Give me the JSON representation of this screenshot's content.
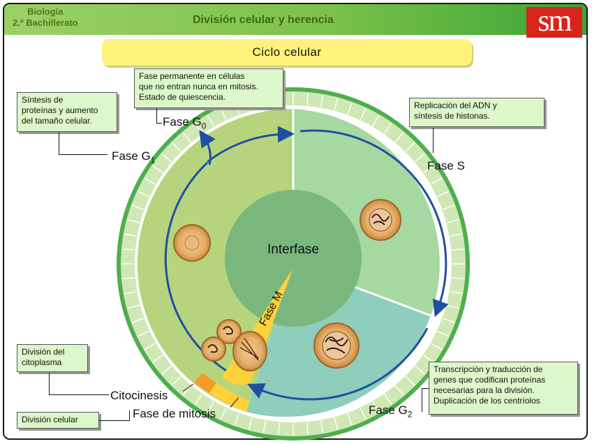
{
  "header": {
    "subject_line1": "Biología",
    "subject_line2": "2.º Bachillerato",
    "unit_title": "División celular y herencia",
    "logo": "sm"
  },
  "ribbon_title": "Ciclo celular",
  "notes": {
    "g0": [
      "Fase permanente en células",
      "que no entran nunca en mitosis.",
      "Estado de quiescencia."
    ],
    "g1": [
      "Síntesis de",
      "proteínas y aumento",
      "del tamaño celular."
    ],
    "s": [
      "Replicación del ADN y",
      "síntesis de histonas."
    ],
    "g2": [
      "Transcripción y traducción de",
      "genes que codifican proteínas",
      "necesarias para la división.",
      "Duplicación de los centríolos"
    ],
    "citocinesis": [
      "División del",
      "citoplasma"
    ],
    "mitosis": [
      "División celular"
    ]
  },
  "labels": {
    "g0_main": "Fase G",
    "g0_sub": "0",
    "g1_main": "Fase G",
    "g1_sub": "1",
    "s": "Fase S",
    "g2_main": "Fase G",
    "g2_sub": "2",
    "citocinesis": "Citocinesis",
    "mitosis": "Fase de mitosis",
    "interfase": "Interfase",
    "fase_m": "Fase M"
  },
  "colors": {
    "g1": "#b6d47e",
    "s": "#a6d8a2",
    "g2": "#8fcdbd",
    "center": "#7ab77c",
    "arrow": "#1f4fa0",
    "outer_ring": "#4fae4f",
    "m_wedge": "#ffd23a",
    "citocinesis": "#f39a2a"
  }
}
